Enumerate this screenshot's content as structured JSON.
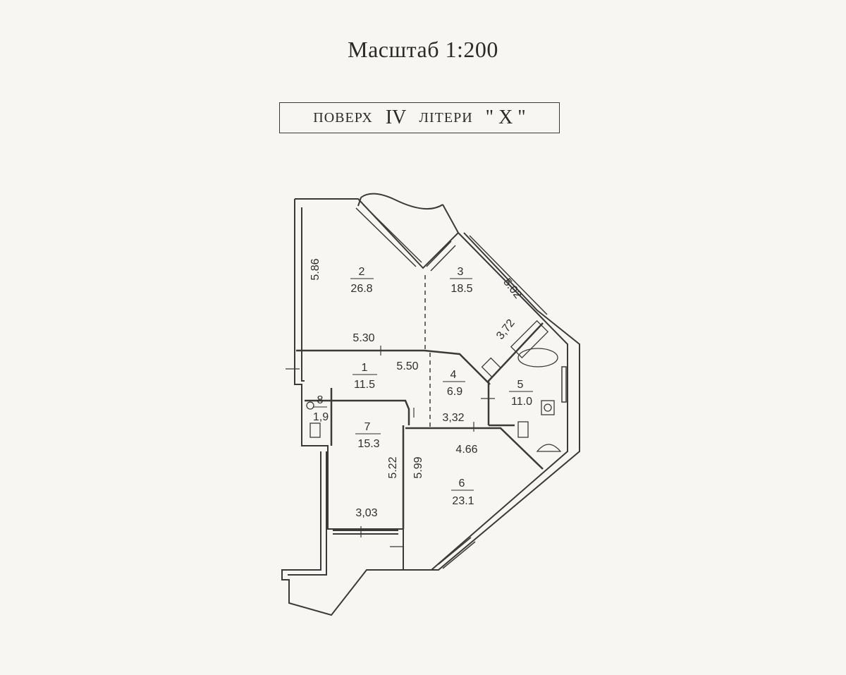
{
  "header": {
    "scale_text": "Масштаб 1:200",
    "floor_word": "ПОВЕРХ",
    "floor_number": "IV",
    "letter_word": "ЛІТЕРИ",
    "letter_value": "\" X \""
  },
  "rooms": [
    {
      "id": "1",
      "area": "11.5"
    },
    {
      "id": "2",
      "area": "26.8"
    },
    {
      "id": "3",
      "area": "18.5"
    },
    {
      "id": "4",
      "area": "6.9"
    },
    {
      "id": "5",
      "area": "11.0"
    },
    {
      "id": "6",
      "area": "23.1"
    },
    {
      "id": "7",
      "area": "15.3"
    },
    {
      "id": "8",
      "area": "1,9"
    }
  ],
  "dimensions": {
    "d_586": "5.86",
    "d_530": "5.30",
    "d_550": "5.50",
    "d_502": "5.02",
    "d_372": "3,72",
    "d_332": "3,32",
    "d_466": "4.66",
    "d_522": "5.22",
    "d_599": "5.99",
    "d_303": "3,03"
  },
  "colors": {
    "wall": "#3a3a3a",
    "background": "#f7f6f3"
  }
}
